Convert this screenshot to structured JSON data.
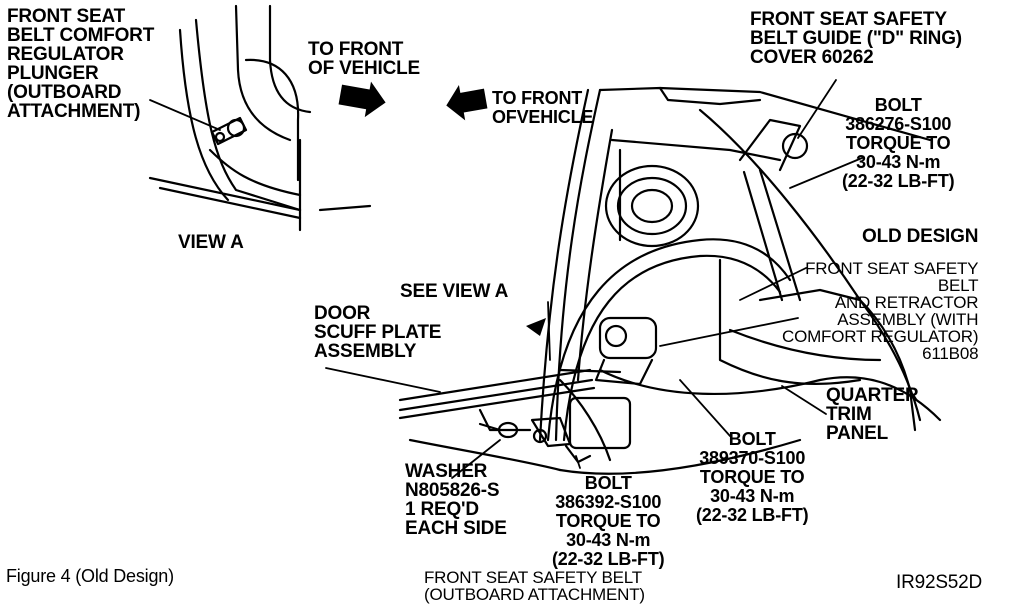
{
  "labels": {
    "regulator_plunger": "FRONT SEAT\nBELT COMFORT\nREGULATOR\nPLUNGER\n(OUTBOARD\nATTACHMENT)",
    "to_front_upper": "TO FRONT\nOF VEHICLE",
    "to_front_lower": "TO FRONT\nOFVEHICLE",
    "guide_cover": "FRONT SEAT SAFETY\nBELT GUIDE (\"D\" RING)\nCOVER 60262",
    "bolt_top": "BOLT\n386276-S100\nTORQUE TO\n30-43 N-m\n(22-32 LB-FT)",
    "view_a": "VIEW A",
    "old_design": "OLD DESIGN",
    "belt_retractor": "FRONT SEAT SAFETY\nBELT\nAND RETRACTOR\nASSEMBLY (WITH\nCOMFORT REGULATOR)\n611B08",
    "see_view_a": "SEE VIEW A",
    "scuff_plate": "DOOR\nSCUFF PLATE\nASSEMBLY",
    "quarter_trim": "QUARTER\nTRIM\nPANEL",
    "bolt_mid": "BOLT\n389370-S100\nTORQUE TO\n30-43 N-m\n(22-32 LB-FT)",
    "washer": "WASHER\nN805826-S\n1 REQ'D\nEACH SIDE",
    "bolt_bottom": "BOLT\n386392-S100\nTORQUE TO\n30-43 N-m\n(22-32 LB-FT)",
    "figure_caption": "Figure 4 (Old Design)",
    "bottom_caption": "FRONT SEAT SAFETY BELT\n(OUTBOARD ATTACHMENT)",
    "figure_id": "IR92S52D"
  }
}
